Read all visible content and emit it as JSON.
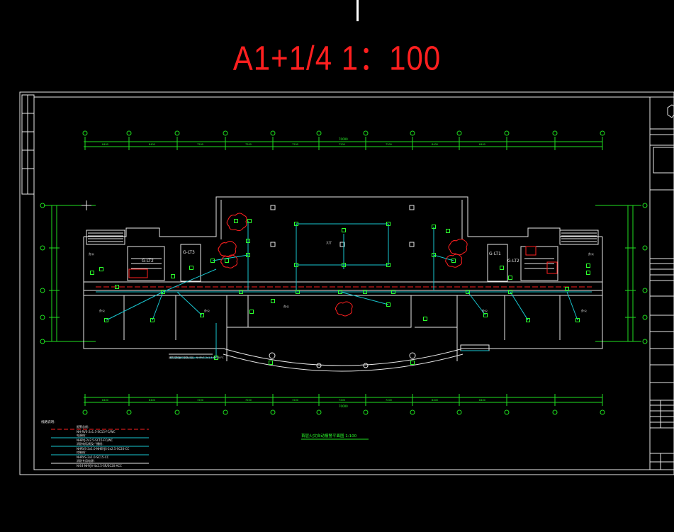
{
  "drawing": {
    "title": "A1+1/4  1：100",
    "plan_caption": "首层火灾自动报警平面图 1:100",
    "legend_heading": "线路说明：",
    "legend": [
      {
        "label": "报警总线：",
        "spec": "NH-RVS-2x1.5-SC15-FC/WC",
        "color": "#ff2020"
      },
      {
        "label": "电源线：",
        "spec": "NHBYJ-2x2.5-SC15-FC/WC",
        "color": "#19c8d2"
      },
      {
        "label": "消防电话线及广播线：",
        "spec": "NHRVS-2x1.0-NHBYJS-2x2.5-SC20-CC",
        "color": "#19c8d2"
      },
      {
        "label": "控制线：",
        "spec": "NHRVS-2x1.0-SC15-CC",
        "color": "#19c8d2"
      },
      {
        "label": "消防专用电源：",
        "spec": "N-E4-NHYJV-4x2.5-SR/SC20-ACC",
        "color": "#e8e8e8"
      }
    ],
    "overall_dim": "70000",
    "top_dims": [
      "8400",
      "8400",
      "7200",
      "7200",
      "7200",
      "7200",
      "7200",
      "8400",
      "8400"
    ],
    "stair_tags": [
      "G-LT2",
      "G-LT3",
      "G-LT1",
      "G-LT2"
    ],
    "room_labels": [
      "办公",
      "办公",
      "办公",
      "办公",
      "办公",
      "大厅",
      "办公",
      "办公"
    ],
    "note": "消防控制室引至各分区；NHRVS-2x1.5 SC20 FC"
  }
}
